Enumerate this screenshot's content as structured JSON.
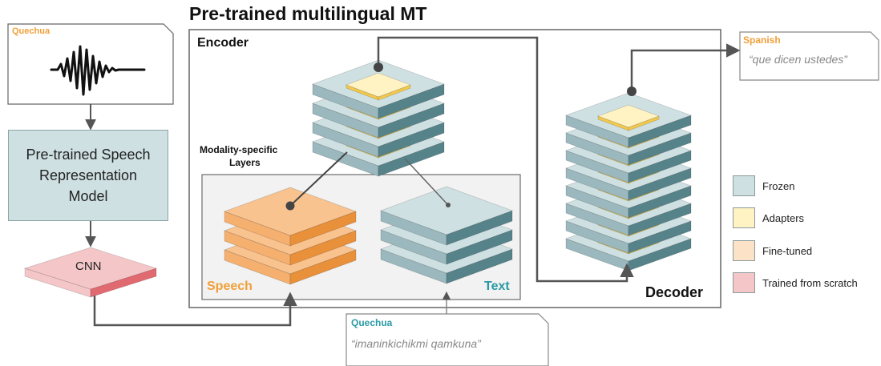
{
  "title": "Pre-trained multilingual MT",
  "encoder_label": "Encoder",
  "decoder_label": "Decoder",
  "modality_label_line1": "Modality-specific",
  "modality_label_line2": "Layers",
  "speech_label": "Speech",
  "text_label": "Text",
  "cnn_label": "CNN",
  "speech_model_label_lines": [
    "Pre-trained Speech",
    "Representation",
    "Model"
  ],
  "audio_input": {
    "language": "Quechua"
  },
  "text_input": {
    "language": "Quechua",
    "text": "“imaninkichikmi qamkuna”"
  },
  "output": {
    "language": "Spanish",
    "text": "“que dicen ustedes”"
  },
  "legend": [
    {
      "label": "Frozen",
      "color": "#cfe0e3"
    },
    {
      "label": "Adapters",
      "color": "#fff3c4"
    },
    {
      "label": "Fine-tuned",
      "color": "#fce3c7"
    },
    {
      "label": "Trained from scratch",
      "color": "#f4c6c8"
    }
  ],
  "colors": {
    "frozen_top": "#cfe0e3",
    "frozen_left": "#9ab8bd",
    "frozen_right": "#56838a",
    "adapter_top": "#fff3c4",
    "adapter_side": "#f2c94c",
    "finetuned_top": "#f9c38f",
    "finetuned_left": "#f5b070",
    "finetuned_right": "#e8903a",
    "scratch_top": "#f4c6c8",
    "scratch_side": "#e06a70",
    "orange_text": "#f0a03a",
    "teal_text": "#2b9aa5",
    "arrow": "#555555"
  }
}
